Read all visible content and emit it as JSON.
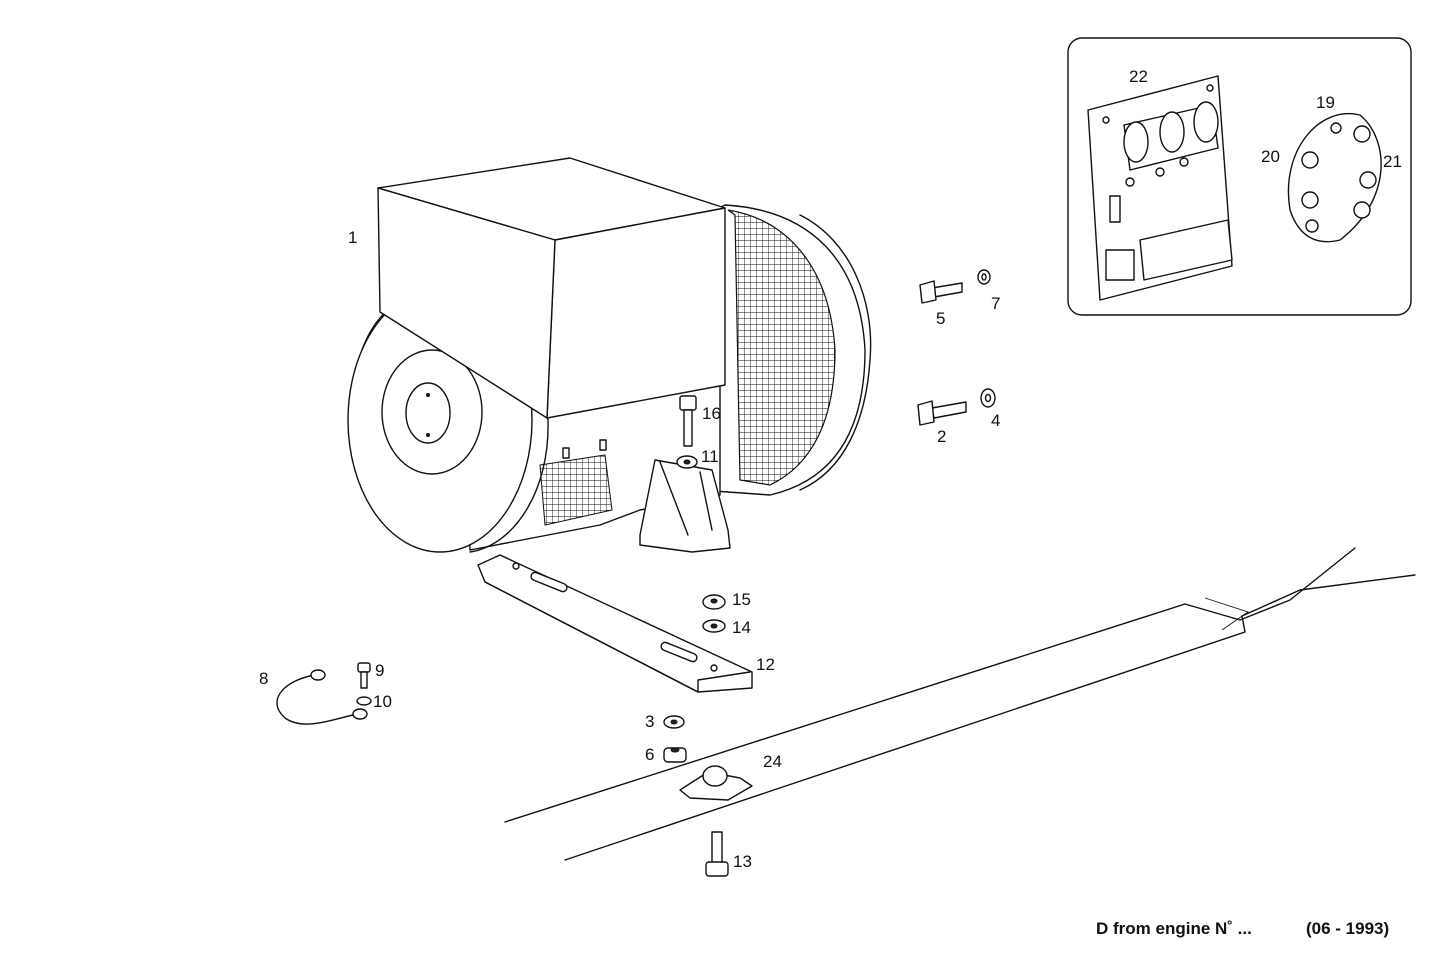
{
  "parts": {
    "p1": "1",
    "p2": "2",
    "p3": "3",
    "p4": "4",
    "p5": "5",
    "p6": "6",
    "p7": "7",
    "p8": "8",
    "p9": "9",
    "p10": "10",
    "p11": "11",
    "p12": "12",
    "p13": "13",
    "p14": "14",
    "p15": "15",
    "p16": "16",
    "p19": "19",
    "p20": "20",
    "p21": "21",
    "p22": "22",
    "p24": "24"
  },
  "footer": {
    "note": "D from engine N˚ ...",
    "date": "(06 - 1993)"
  }
}
